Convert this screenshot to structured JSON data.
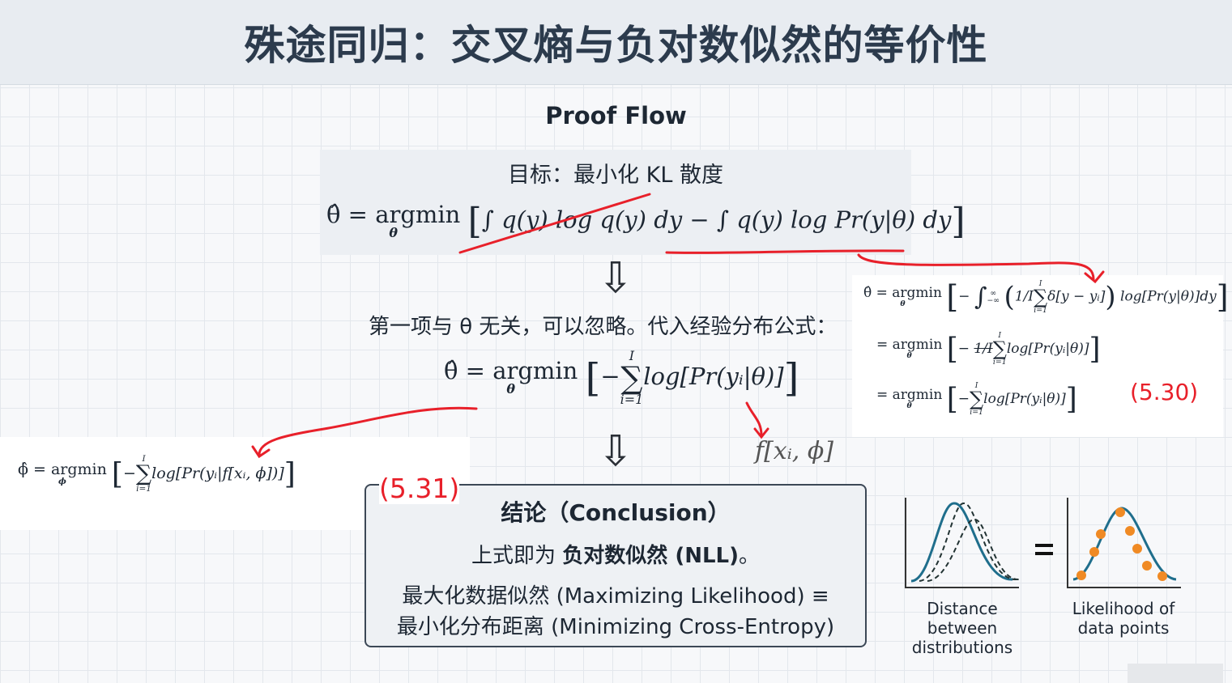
{
  "title": "殊途同归：交叉熵与负对数似然的等价性",
  "proof_flow": "Proof Flow",
  "goal": "目标：最小化 KL 散度",
  "kl_formula": {
    "lhs": "θ̂ = argmin",
    "sub": "θ",
    "term1": "∫ q(y) log q(y) dy",
    "minus": "−",
    "term2": "∫ q(y) log Pr(y|θ) dy"
  },
  "step_text": "第一项与 θ 无关，可以忽略。代入经验分布公式：",
  "formula2": {
    "lhs": "θ̂ = argmin",
    "sub": "θ",
    "sum_top": "I",
    "sum_bot": "i=1",
    "body": "log[Pr(yᵢ|θ)]"
  },
  "fx": "f[xᵢ, ϕ]",
  "eq531": {
    "lhs": "ϕ̂ = argmin",
    "sub": "ϕ",
    "sum_top": "I",
    "sum_bot": "i=1",
    "body": "log[Pr(yᵢ|f[xᵢ, ϕ])]",
    "label": "(5.31)"
  },
  "eq530": {
    "line1_lhs": "θ̂ = argmin",
    "line1_body": "δ[y − yᵢ]",
    "line1_tail": "log[Pr(y|θ)]dy",
    "frac": "1/I",
    "int_top": "∞",
    "int_bot": "−∞",
    "line2_lhs": "= argmin",
    "line2_body": "log[Pr(yᵢ|θ)]",
    "line3_lhs": "= argmin",
    "line3_body": "log[Pr(yᵢ|θ)]",
    "sub": "θ",
    "sum_top": "I",
    "sum_bot": "i=1",
    "label": "(5.30)"
  },
  "conclusion": {
    "heading": "结论（Conclusion）",
    "line1_pre": "上式即为 ",
    "line1_bold": "负对数似然 (NLL)",
    "line1_post": "。",
    "line2": "最大化数据似然 (Maximizing Likelihood) ≡",
    "line3": "最小化分布距离 (Minimizing Cross-Entropy)"
  },
  "charts": {
    "left_caption_1": "Distance between",
    "left_caption_2": "distributions",
    "equals": "=",
    "right_caption_1": "Likelihood of",
    "right_caption_2": "data points"
  },
  "colors": {
    "annotation": "#e8202a",
    "curve": "#1f6e8c",
    "points": "#f08a24"
  }
}
